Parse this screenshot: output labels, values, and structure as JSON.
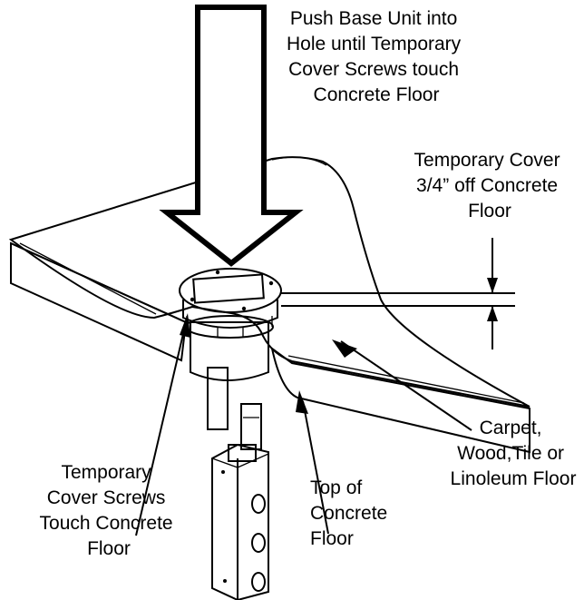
{
  "labels": {
    "push": [
      "Push Base Unit into",
      "Hole until Temporary",
      "Cover Screws touch",
      "Concrete Floor"
    ],
    "offset": [
      "Temporary Cover",
      "3/4” off Concrete",
      "Floor"
    ],
    "carpet": [
      "Carpet,",
      "Wood,Tile or",
      "Linoleum Floor"
    ],
    "top_concrete": [
      "Top of",
      "Concrete",
      "Floor"
    ],
    "screws": [
      "Temporary",
      "Cover Screws",
      "Touch Concrete",
      "Floor"
    ]
  }
}
